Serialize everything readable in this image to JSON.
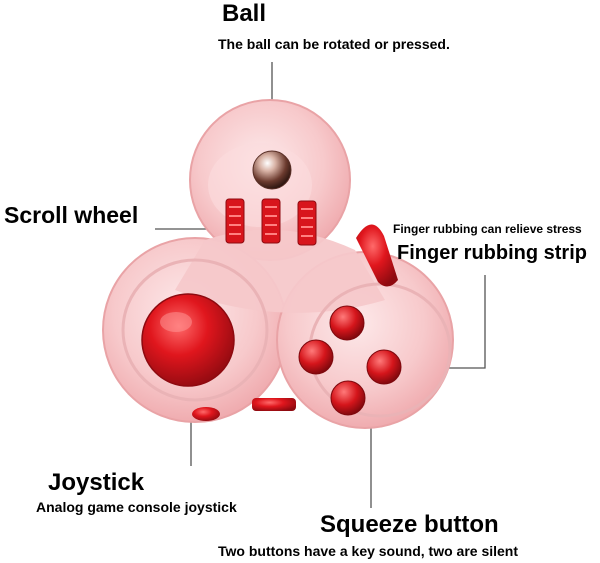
{
  "labels": {
    "ball": {
      "title": "Ball",
      "desc": "The ball can be rotated or pressed."
    },
    "scroll_wheel": {
      "title": "Scroll wheel"
    },
    "finger_rubbing": {
      "note": "Finger rubbing can relieve stress",
      "title": "Finger rubbing strip"
    },
    "joystick": {
      "title": "Joystick",
      "desc": "Analog game console joystick"
    },
    "squeeze_button": {
      "title": "Squeeze button",
      "desc": "Two buttons have a key sound, two are silent"
    }
  },
  "colors": {
    "body": "#f6c5c6",
    "body_edge": "#e9a3a6",
    "red": "#d8151c",
    "red_dark": "#9c0c12",
    "leader_line": "#555555"
  }
}
